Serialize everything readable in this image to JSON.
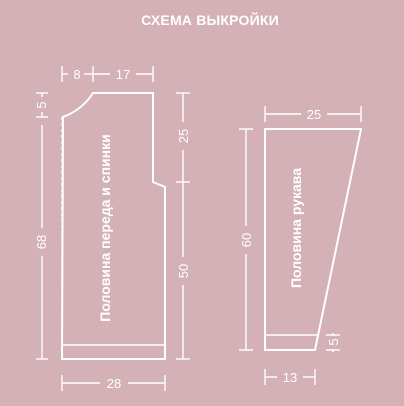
{
  "title": "СХЕМА ВЫКРОЙКИ",
  "body_piece": {
    "label": "Половина переда и спинки",
    "dims": {
      "neck_width": "8",
      "shoulder_width": "17",
      "neck_depth": "5",
      "total_length": "68",
      "armhole_height": "25",
      "side_length": "50",
      "bottom_width": "28"
    }
  },
  "sleeve_piece": {
    "label": "Половина рукава",
    "dims": {
      "top_width": "25",
      "length": "60",
      "cuff_height": "5",
      "bottom_width": "13"
    }
  },
  "colors": {
    "background": "#d3b1b6",
    "ink": "#ffffff"
  }
}
